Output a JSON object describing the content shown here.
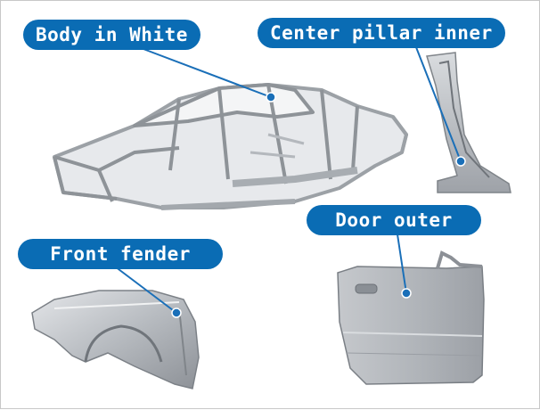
{
  "labels": {
    "body_in_white": "Body in White",
    "center_pillar_inner": "Center pillar inner",
    "front_fender": "Front fender",
    "door_outer": "Door outer"
  },
  "colors": {
    "label_fill": "#0a6cb4",
    "label_text": "#ffffff",
    "leader_line": "#1a6fb8",
    "metal": "#b9bcc0"
  },
  "icons": {
    "body_in_white": "car-body-frame-illustration",
    "center_pillar_inner": "pillar-part-illustration",
    "front_fender": "fender-part-illustration",
    "door_outer": "door-panel-illustration"
  }
}
